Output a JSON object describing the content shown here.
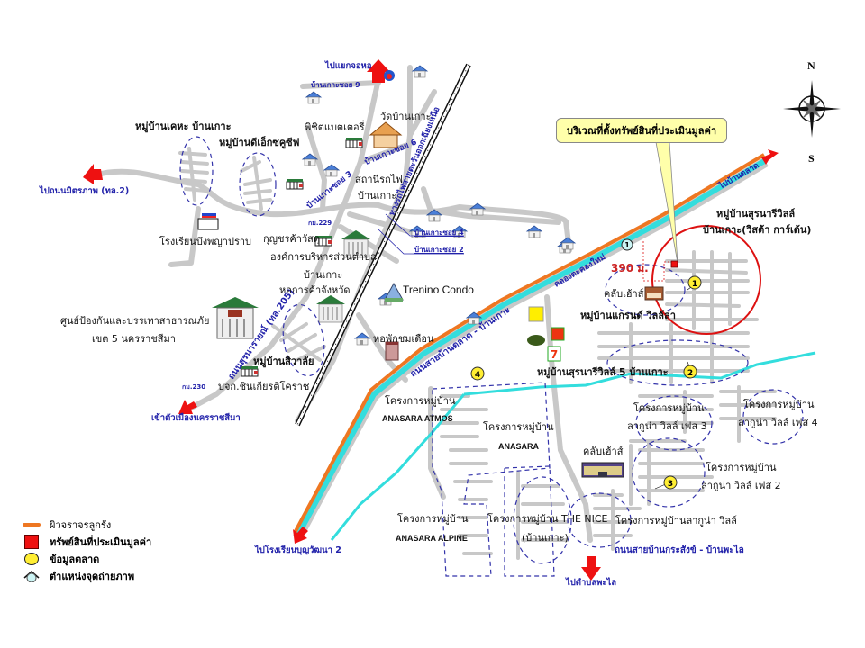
{
  "map": {
    "callout": "บริเวณที่ตั้งทรัพย์สินที่ประเมินมูลค่า",
    "distance": "390 ม.",
    "compass": {
      "north": "N",
      "south": "S"
    },
    "colors": {
      "road": "#c8c8c8",
      "paved_road": "#ee7722",
      "canal": "#33dddd",
      "arrow": "#ee1111",
      "boundary": "#3333aa",
      "radius_circle": "#dd1111",
      "subject_marker": "#ee1111",
      "market_marker": "#ffee33",
      "callout_bg": "#ffffaa"
    },
    "directions": [
      {
        "id": "north",
        "text": "ไปแยกจอหอ"
      },
      {
        "id": "west",
        "text": "ไปถนนมิตรภาพ (ทล.2)"
      },
      {
        "id": "southwest",
        "text": "เข้าตัวเมืองนครราชสีมา"
      },
      {
        "id": "south-school",
        "text": "ไปโรงเรียนบุญวัฒนา 2"
      },
      {
        "id": "south",
        "text": "ไปตำบลพะไล"
      },
      {
        "id": "northeast",
        "text": "ไปบ้านตลาด"
      }
    ],
    "roads": {
      "soi9": "บ้านเกาะซอย 9",
      "soi6": "บ้านเกาะซอย 6",
      "soi3": "บ้านเกาะซอย 3",
      "soi4": "บ้านเกาะซอย 4",
      "soi2": "บ้านเกาะซอย 2",
      "railway": "ทางรถไฟสายตะวันออกเฉียงเหนือ",
      "highway205": "ถนนสุรนารายณ์ (ทล.205)",
      "main_road": "ถนนสายบ้านตลาด - บ้านเกาะ",
      "canal_road": "คลองตะคองใหม่",
      "south_road": "ถนนสายบ้านกระสังข์ - บ้านพะไล",
      "km229": "กม.229",
      "km230": "กม.230"
    },
    "places": {
      "kheha": "หมู่บ้านเคหะ บ้านเกาะ",
      "dx": "หมู่บ้านดีเอ็กซคูซีฟ",
      "battery": "พิชิตแบตเตอรี่",
      "temple": "วัดบ้านเกาะ",
      "station1": "สถานีรถไฟ",
      "station2": "บ้านเกาะ",
      "school": "โรงเรียนบึงพญาปราบ",
      "hardware": "กุญชรค้าวัสดุ",
      "sao": "องค์การบริหารส่วนตำบล",
      "sao2": "บ้านเกาะ",
      "chamber": "หอการค้าจังหวัด",
      "trenino": "Trenino Condo",
      "disaster1": "ศูนย์ป้องกันและบรรเทาสาธารณภัย",
      "disaster2": "เขต 5 นครราชสีมา",
      "siwalai": "หมู่บ้านสิวาลัย",
      "chinkiat": "บจก.ชินเกียรติโคราช",
      "dorm": "หอพักชมเดือน",
      "surinari1": "หมู่บ้านสุรนารีวิลล์",
      "surinari2": "บ้านเกาะ(วิสต้า การ์เด้น)",
      "clubhouse1": "คลับเฮ้าส์",
      "grand": "หมู่บ้านแกรนด์ วิลล์ล่า",
      "surinari5": "หมู่บ้านสุรนารีวิลล์ 5 บ้านเกาะ",
      "atmos1": "โครงการหมู่บ้าน",
      "atmos2": "ANASARA ATMOS",
      "anasara1": "โครงการหมู่บ้าน",
      "anasara2": "ANASARA",
      "lag3a": "โครงการหมู่บ้าน",
      "lag3b": "ลากูน่า วิลล์ เฟส 3",
      "lag4a": "โครงการหมู่บ้าน",
      "lag4b": "ลากูน่า วิลล์ เฟส 4",
      "clubhouse2": "คลับเฮ้าส์",
      "lag2a": "โครงการหมู่บ้าน",
      "lag2b": "ลากูน่า วิลล์ เฟส 2",
      "alpine1": "โครงการหมู่บ้าน",
      "alpine2": "ANASARA ALPINE",
      "nice1": "โครงการหมู่บ้าน THE NICE",
      "nice2": "(บ้านเกาะ)",
      "lagoon": "โครงการหมู่บ้านลากูน่า วิลล์"
    },
    "market_points": [
      "1",
      "2",
      "3",
      "4"
    ],
    "photo_point": "1"
  },
  "legend": [
    {
      "symbol": "orange-line",
      "label": "ผิวจราจรลูกรัง"
    },
    {
      "symbol": "red-square",
      "label": "ทรัพย์สินที่ประเมินมูลค่า"
    },
    {
      "symbol": "yellow-circle",
      "label": "ข้อมูลตลาด"
    },
    {
      "symbol": "camera-view",
      "label": "ตำแหน่งจุดถ่ายภาพ"
    }
  ]
}
